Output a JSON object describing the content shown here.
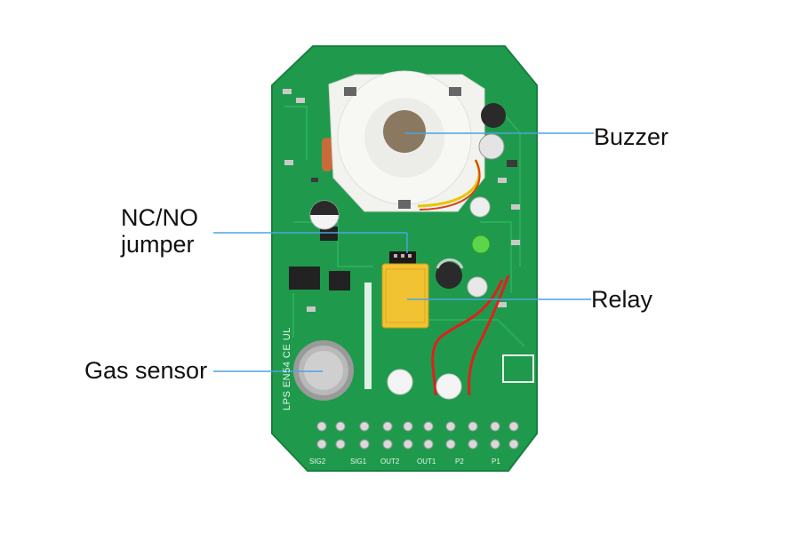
{
  "labels": {
    "buzzer": "Buzzer",
    "jumper_line1": "NC/NO",
    "jumper_line2": "jumper",
    "relay": "Relay",
    "gas_sensor": "Gas sensor"
  },
  "pcb_marking": "LPS EN54 CE UL",
  "terminals": {
    "sig2": "SIG2",
    "sig1": "SIG1",
    "out2": "OUT2",
    "out1": "OUT1",
    "p2": "P2",
    "p1": "P1"
  },
  "colors": {
    "pcb_green": "#1f9a4c",
    "callout_line": "#4da3e0",
    "relay_yellow": "#f1c232",
    "buzzer_white": "#f2f2ee",
    "wire_red": "#e0201c"
  }
}
